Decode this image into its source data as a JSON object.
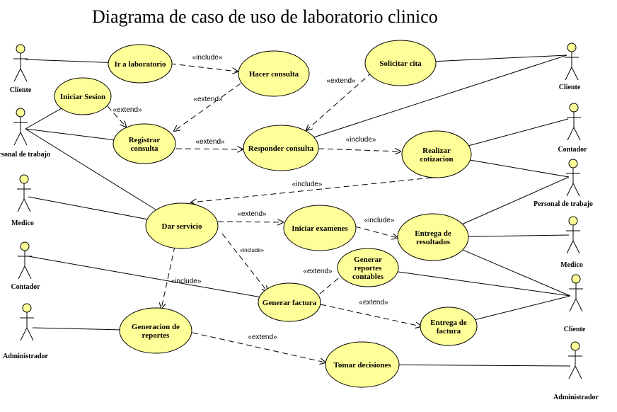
{
  "title": "Diagrama de caso de uso de laboratorio clinico",
  "colors": {
    "usecase_fill": "#ffff99",
    "actor_head_fill": "#ffff99",
    "stroke": "#000000"
  },
  "actors": [
    {
      "id": "cliente1",
      "label": "Cliente"
    },
    {
      "id": "personal1",
      "label": "Personal de trabajo"
    },
    {
      "id": "medico1",
      "label": "Medico"
    },
    {
      "id": "contador1",
      "label": "Contador"
    },
    {
      "id": "admin1",
      "label": "Administrador"
    },
    {
      "id": "cliente2",
      "label": "Cliente"
    },
    {
      "id": "contador2",
      "label": "Contador"
    },
    {
      "id": "personal2",
      "label": "Personal de trabajo"
    },
    {
      "id": "medico2",
      "label": "Medico"
    },
    {
      "id": "cliente3",
      "label": "Cliente"
    },
    {
      "id": "admin2",
      "label": "Administrador"
    }
  ],
  "usecases": [
    {
      "id": "ir_lab",
      "lines": [
        "Ir a laboratorio"
      ]
    },
    {
      "id": "hacer_consulta",
      "lines": [
        "Hacer consulta"
      ]
    },
    {
      "id": "solicitar_cita",
      "lines": [
        "Solicitar cita"
      ]
    },
    {
      "id": "iniciar_sesion",
      "lines": [
        "Iniciar Sesion"
      ]
    },
    {
      "id": "registrar",
      "lines": [
        "Registrar",
        "consulta"
      ]
    },
    {
      "id": "responder",
      "lines": [
        "Responder consulta"
      ]
    },
    {
      "id": "cotizacion",
      "lines": [
        "Realizar",
        "cotizacion"
      ]
    },
    {
      "id": "dar_servicio",
      "lines": [
        "Dar servicio"
      ]
    },
    {
      "id": "examenes",
      "lines": [
        "Iniciar examenes"
      ]
    },
    {
      "id": "entrega_res",
      "lines": [
        "Entrega de",
        "resultados"
      ]
    },
    {
      "id": "gen_reportes_cont",
      "lines": [
        "Generar",
        "reportes",
        "contables"
      ]
    },
    {
      "id": "gen_factura",
      "lines": [
        "Generar factura"
      ]
    },
    {
      "id": "gen_reportes",
      "lines": [
        "Generacion de",
        "reportes"
      ]
    },
    {
      "id": "entrega_factura",
      "lines": [
        "Entrega de",
        "factura"
      ]
    },
    {
      "id": "decisiones",
      "lines": [
        "Tomar decisiones"
      ]
    }
  ],
  "associations": [
    [
      "cliente1",
      "ir_lab"
    ],
    [
      "personal1",
      "iniciar_sesion"
    ],
    [
      "personal1",
      "registrar"
    ],
    [
      "personal1",
      "dar_servicio"
    ],
    [
      "medico1",
      "dar_servicio"
    ],
    [
      "contador1",
      "gen_factura"
    ],
    [
      "admin1",
      "gen_reportes"
    ],
    [
      "cliente2",
      "solicitar_cita"
    ],
    [
      "cliente2",
      "responder"
    ],
    [
      "contador2",
      "cotizacion"
    ],
    [
      "personal2",
      "cotizacion"
    ],
    [
      "personal2",
      "entrega_res"
    ],
    [
      "medico2",
      "entrega_res"
    ],
    [
      "cliente3",
      "entrega_res"
    ],
    [
      "cliente3",
      "gen_reportes_cont"
    ],
    [
      "cliente3",
      "entrega_factura"
    ],
    [
      "admin2",
      "decisiones"
    ]
  ],
  "relations": [
    {
      "from": "ir_lab",
      "to": "hacer_consulta",
      "label": "«include»"
    },
    {
      "from": "hacer_consulta",
      "to": "registrar",
      "label": "«extend»"
    },
    {
      "from": "solicitar_cita",
      "to": "responder",
      "label": "«extend»"
    },
    {
      "from": "iniciar_sesion",
      "to": "registrar",
      "label": "«extend»"
    },
    {
      "from": "registrar",
      "to": "responder",
      "label": "«extend»"
    },
    {
      "from": "responder",
      "to": "cotizacion",
      "label": "«include»"
    },
    {
      "from": "cotizacion",
      "to": "dar_servicio",
      "label": "«include»"
    },
    {
      "from": "dar_servicio",
      "to": "examenes",
      "label": "«extend»"
    },
    {
      "from": "examenes",
      "to": "entrega_res",
      "label": "«include»"
    },
    {
      "from": "dar_servicio",
      "to": "gen_factura",
      "label": "«include»"
    },
    {
      "from": "dar_servicio",
      "to": "gen_reportes",
      "label": "«include»"
    },
    {
      "from": "gen_factura",
      "to": "gen_reportes_cont",
      "label": "«extend»"
    },
    {
      "from": "gen_factura",
      "to": "entrega_factura",
      "label": "«extend»"
    },
    {
      "from": "gen_reportes",
      "to": "decisiones",
      "label": "«extend»"
    }
  ]
}
